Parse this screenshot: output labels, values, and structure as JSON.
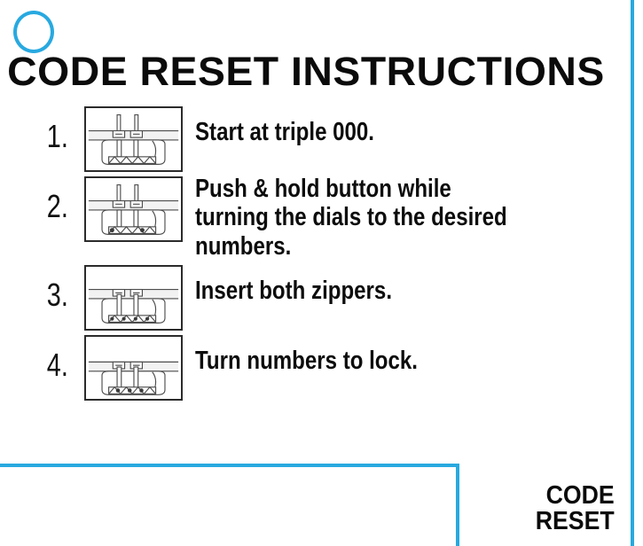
{
  "page": {
    "title": "CODE RESET INSTRUCTIONS",
    "background_color": "#ffffff",
    "accent_color": "#28a9e0",
    "text_color": "#0b0b0b"
  },
  "decorations": {
    "ring_icon": "circle-outline",
    "right_edge": "vertical-accent-line",
    "corner_frame": "bottom-left-corner-frame"
  },
  "steps": [
    {
      "number": "1.",
      "text": "Start at triple 000.",
      "figure": "lock-dials-zippers-up"
    },
    {
      "number": "2.",
      "text": "Push & hold button while turning the dials to the desired numbers.",
      "figure": "lock-dials-button-pressed"
    },
    {
      "number": "3.",
      "text": "Insert both zippers.",
      "figure": "lock-zippers-inserted"
    },
    {
      "number": "4.",
      "text": "Turn numbers to lock.",
      "figure": "lock-dials-turned-locked"
    }
  ],
  "brand": {
    "line1": "CODE",
    "line2": "RESET"
  }
}
